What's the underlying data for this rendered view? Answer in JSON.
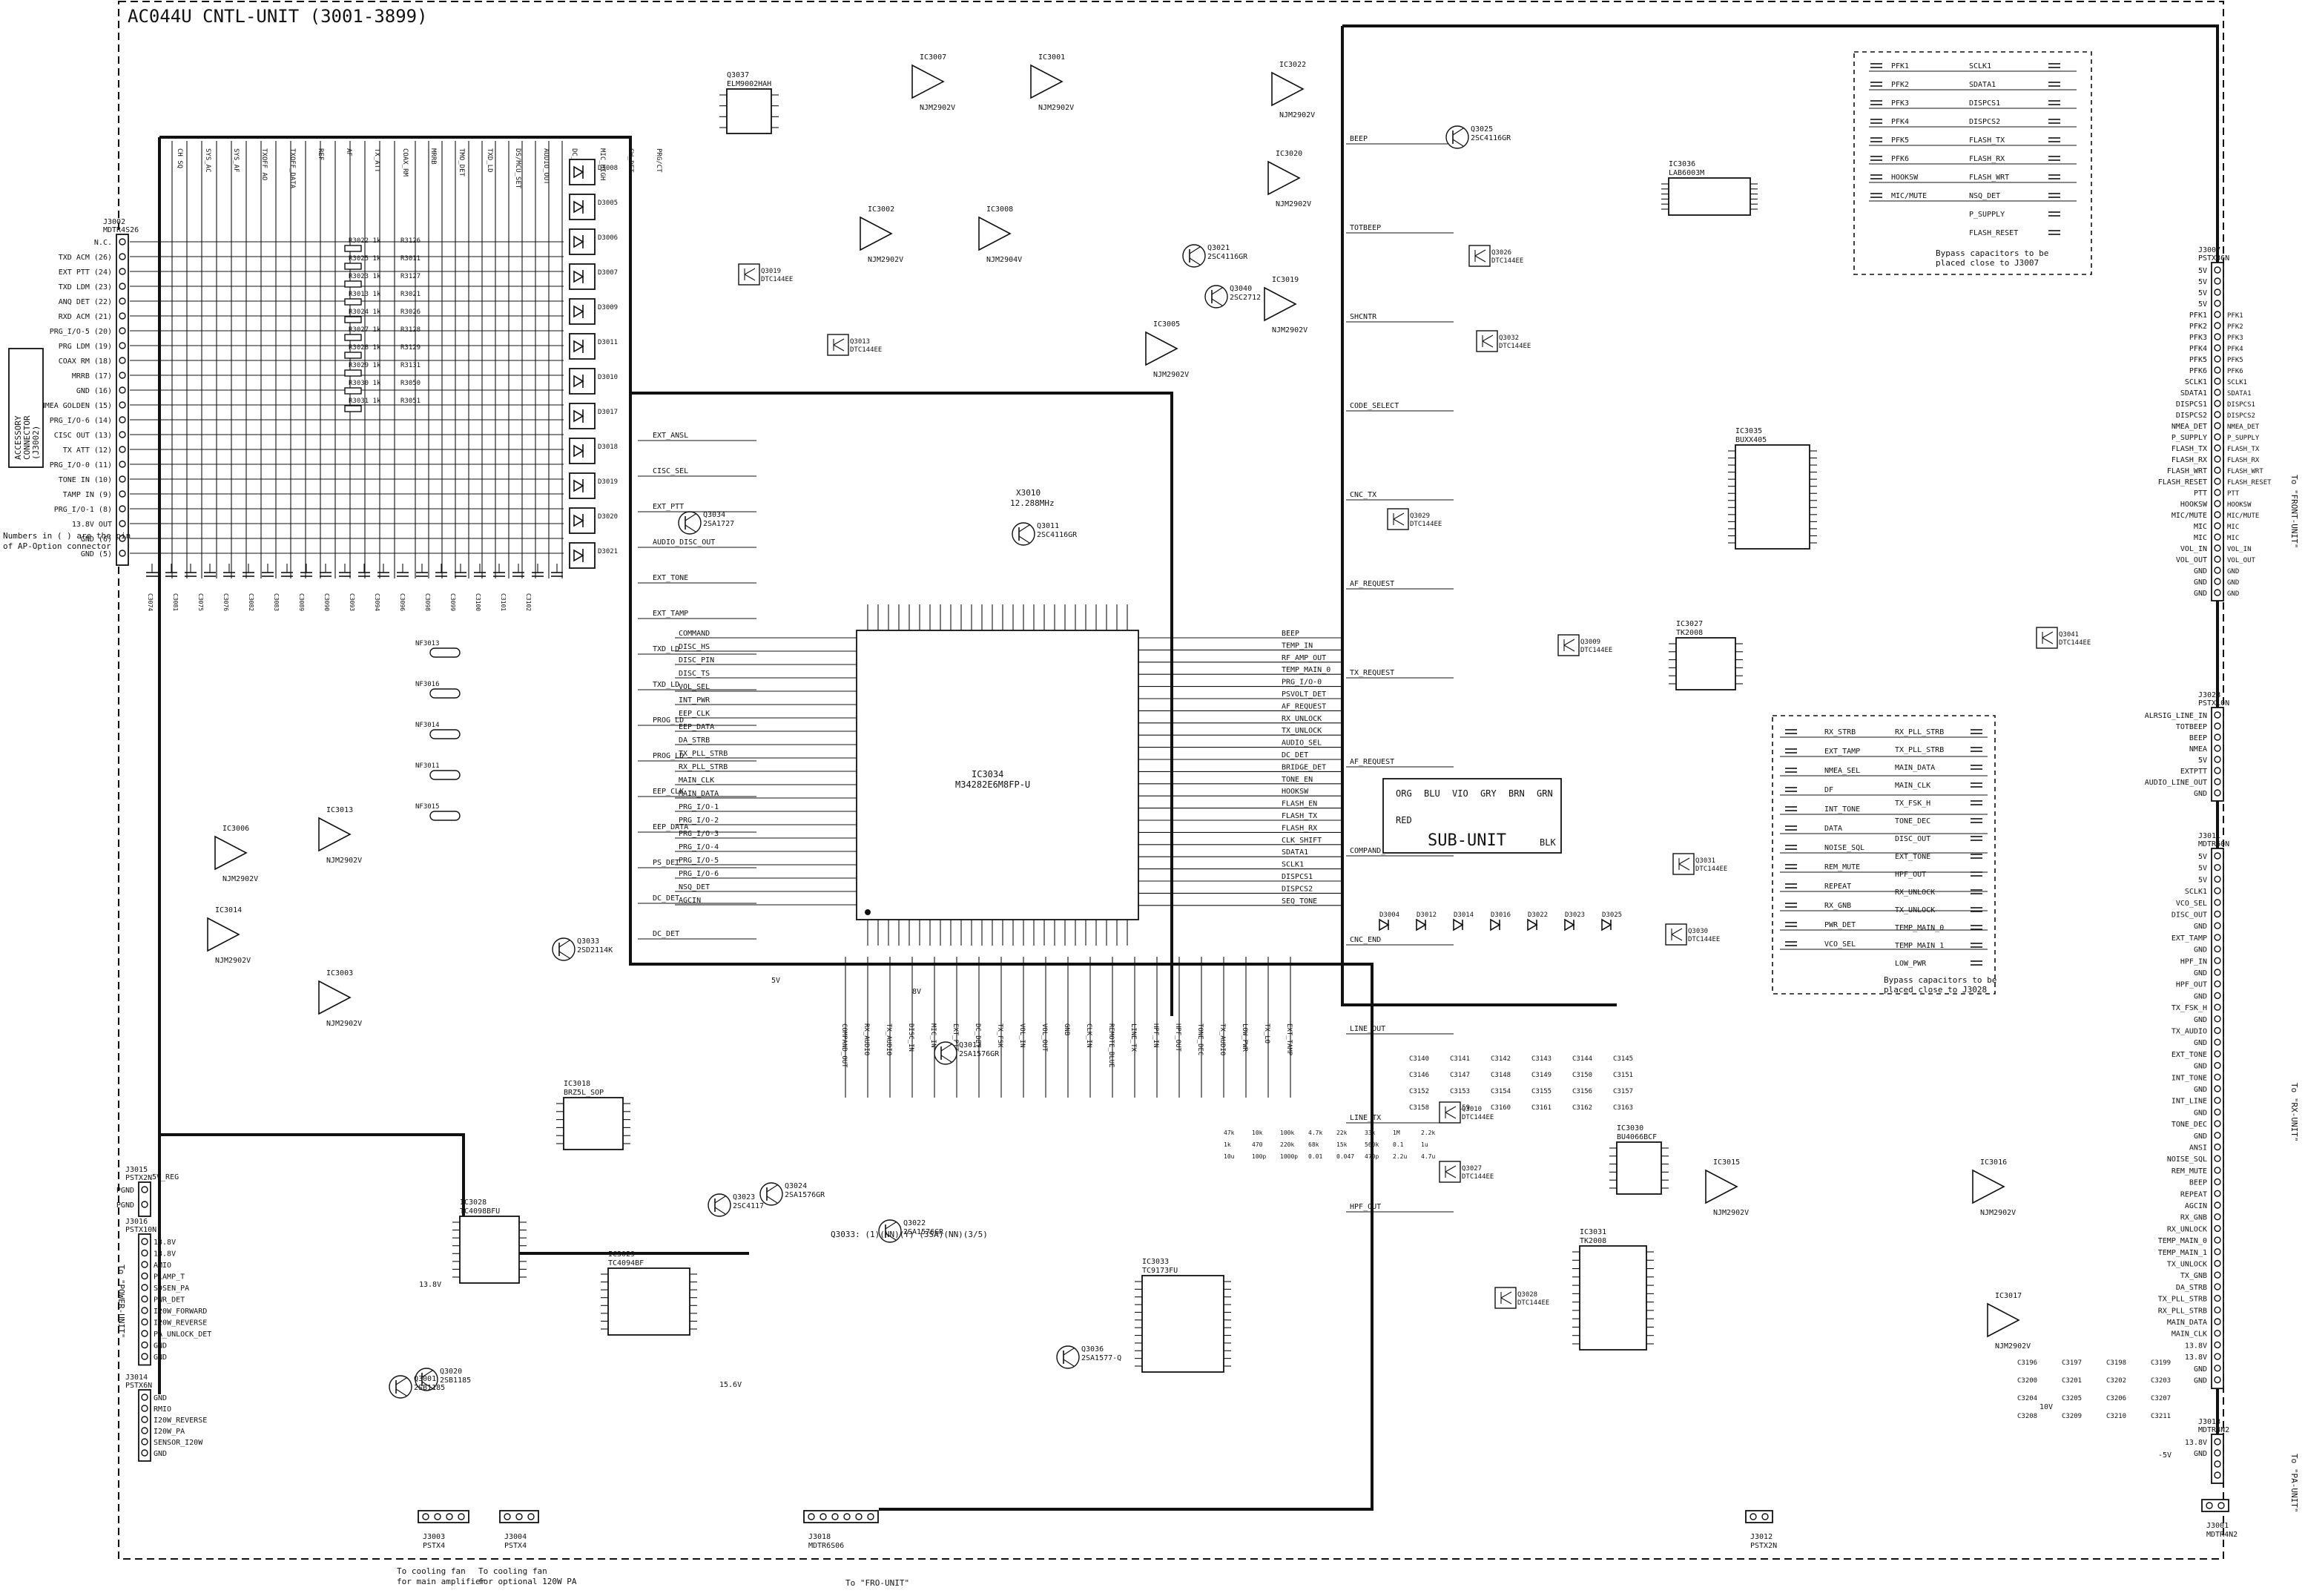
{
  "title": "AC044U CNTL-UNIT (3001-3899)",
  "side_notes": {
    "accessory": [
      "ACCESSORY",
      "CONNECTOR",
      "(J3002)"
    ],
    "bypass_j3007": [
      "Bypass capacitors to be",
      "placed close to J3007"
    ],
    "bypass_j3028": [
      "Bypass capacitors to be",
      "placed close to J3028"
    ],
    "nmea": [
      "To \"FRONT-UNIT\"",
      "FRONT-UNIT"
    ],
    "to_power": "To \"POWER-UNIT\"",
    "to_rx": "To \"RX-UNIT\"",
    "pa_unit": [
      "To \"PA-UNIT\""
    ],
    "fan1": [
      "To cooling fan",
      "for main amplifier"
    ],
    "fan2": [
      "To cooling fan",
      "for optional 120W PA"
    ],
    "to_fnt": "To \"FRO-UNIT\""
  },
  "sub_unit": {
    "label": "SUB-UNIT",
    "wires": [
      "ORG",
      "BLU",
      "VIO",
      "GRY",
      "BRN",
      "GRN"
    ],
    "red": "RED",
    "blk": "BLK"
  },
  "main_ic": {
    "ref": "IC3034",
    "part": "M34282E6M8FP-U"
  },
  "connectors": {
    "j3002": {
      "ref": "J3002",
      "part": "MDTR4S26",
      "pins": [
        "N.C.",
        "TXD ACM (26)",
        "EXT PTT (24)",
        "TXD LDM (23)",
        "ANQ DET (22)",
        "RXD ACM (21)",
        "PRG_I/O-5 (20)",
        "PRG LDM (19)",
        "COAX RM (18)",
        "MRRB (17)",
        "GND (16)",
        "NMEA GOLDEN (15)",
        "PRG_I/O-6 (14)",
        "CISC OUT (13)",
        "TX ATT (12)",
        "PRG_I/O-0 (11)",
        "TONE IN (10)",
        "TAMP IN (9)",
        "PRG_I/O-1 (8)",
        "13.8V OUT",
        "GND (6)",
        "GND (5)"
      ]
    },
    "j3007": {
      "ref": "J3007",
      "part": "PSTX36N",
      "pins": [
        "5V",
        "5V",
        "5V",
        "5V",
        "PFK1",
        "PFK2",
        "PFK3",
        "PFK4",
        "PFK5",
        "PFK6",
        "SCLK1",
        "SDATA1",
        "DISPCS1",
        "DISPCS2",
        "NMEA_DET",
        "P_SUPPLY",
        "FLASH_TX",
        "FLASH_RX",
        "FLASH_WRT",
        "FLASH_RESET",
        "PTT",
        "HOOKSW",
        "MIC/MUTE",
        "MIC",
        "MIC",
        "VOL_IN",
        "VOL_OUT",
        "GND",
        "GND",
        "GND"
      ]
    },
    "j3028": {
      "ref": "J3028",
      "part": "PSTX10N",
      "pins": [
        "ALRSIG_LINE_IN",
        "TOTBEEP",
        "BEEP",
        "NMEA",
        "5V",
        "EXTPTT",
        "AUDIO_LINE_OUT",
        "GND"
      ]
    },
    "j3011": {
      "ref": "J3011",
      "part": "MDTR60N",
      "pins": [
        "5V",
        "5V",
        "5V",
        "SCLK1",
        "VCO_SEL",
        "DISC_OUT",
        "GND",
        "EXT_TAMP",
        "GND",
        "HPF_IN",
        "GND",
        "HPF_OUT",
        "GND",
        "TX_FSK_H",
        "GND",
        "TX_AUDIO",
        "GND",
        "EXT_TONE",
        "GND",
        "INT_TONE",
        "GND",
        "INT_LINE",
        "GND",
        "TONE_DEC",
        "GND",
        "ANSI",
        "NOISE_SQL",
        "REM_MUTE",
        "BEEP",
        "REPEAT",
        "AGCIN",
        "RX_GNB",
        "RX_UNLOCK",
        "TEMP_MAIN_0",
        "TEMP_MAIN_1",
        "TX_UNLOCK",
        "TX_GNB",
        "DA_STRB",
        "TX_PLL_STRB",
        "RX_PLL_STRB",
        "MAIN_DATA",
        "MAIN_CLK",
        "13.8V",
        "13.8V",
        "GND",
        "GND"
      ]
    },
    "j3013": {
      "ref": "J3013",
      "part": "MDTR4N2",
      "pins": [
        "13.8V",
        "GND"
      ]
    },
    "j3015": {
      "ref": "J3015",
      "part": "PSTX2N",
      "pins": [
        "PGND",
        "PGND"
      ]
    },
    "j3016": {
      "ref": "J3016",
      "part": "PSTX10N",
      "pins": [
        "13.8V",
        "13.8V",
        "AMIO",
        "PLAMP_T",
        "SDSEN_PA",
        "PWR_DET",
        "I20W_FORWARD",
        "I20W_REVERSE",
        "PA_UNLOCK_DET",
        "GND",
        "GND"
      ]
    },
    "j3014": {
      "ref": "J3014",
      "part": "PSTX6N",
      "pins": [
        "GND",
        "RMIO",
        "I20W_REVERSE",
        "I20W_PA",
        "SENSOR_I20W",
        "GND"
      ]
    },
    "j3003": {
      "ref": "J3003",
      "part": "PSTX4"
    },
    "j3004": {
      "ref": "J3004",
      "part": "PSTX4"
    },
    "j3018": {
      "ref": "J3018",
      "part": "MDTR6S06"
    },
    "j3012": {
      "ref": "J3012",
      "part": "PSTX2N"
    },
    "j3001": {
      "ref": "J3001",
      "part": "MDTR4N2"
    }
  },
  "chips": [
    {
      "ref": "Q3037",
      "part": "ELM9002HAH"
    },
    {
      "ref": "IC3036",
      "part": "LAB6003M"
    },
    {
      "ref": "IC3035",
      "part": "BUXX405"
    },
    {
      "ref": "IC3018",
      "part": "BRZ5L_SOP"
    },
    {
      "ref": "IC3028",
      "part": "TC4098BFU"
    },
    {
      "ref": "IC3029",
      "part": "TC4094BF"
    },
    {
      "ref": "IC3033",
      "part": "TC9173FU"
    },
    {
      "ref": "IC3031",
      "part": "TK2008"
    },
    {
      "ref": "IC3030",
      "part": "BU4066BCF"
    },
    {
      "ref": "IC3027",
      "part": "TK2008"
    }
  ],
  "opamps": [
    {
      "ref": "IC3007",
      "part": "NJM2902V"
    },
    {
      "ref": "IC3001",
      "part": "NJM2902V"
    },
    {
      "ref": "IC3002",
      "part": "NJM2902V"
    },
    {
      "ref": "IC3008",
      "part": "NJM2904V"
    },
    {
      "ref": "IC3022",
      "part": "NJM2902V"
    },
    {
      "ref": "IC3020",
      "part": "NJM2902V"
    },
    {
      "ref": "IC3019",
      "part": "NJM2902V"
    },
    {
      "ref": "IC3005",
      "part": "NJM2902V"
    },
    {
      "ref": "IC3006",
      "part": "NJM2902V"
    },
    {
      "ref": "IC3013",
      "part": "NJM2902V"
    },
    {
      "ref": "IC3014",
      "part": "NJM2902V"
    },
    {
      "ref": "IC3003",
      "part": "NJM2902V"
    },
    {
      "ref": "IC3015",
      "part": "NJM2902V"
    },
    {
      "ref": "IC3016",
      "part": "NJM2902V"
    },
    {
      "ref": "IC3017",
      "part": "NJM2902V"
    }
  ],
  "transistors": [
    {
      "ref": "Q3025",
      "part": "2SC4116GR"
    },
    {
      "ref": "Q3021",
      "part": "2SC4116GR"
    },
    {
      "ref": "Q3040",
      "part": "2SC2712"
    },
    {
      "ref": "Q3011",
      "part": "2SC4116GR"
    },
    {
      "ref": "Q3012",
      "part": "2SA1576GR"
    },
    {
      "ref": "Q3024",
      "part": "2SA1576GR"
    },
    {
      "ref": "Q3023",
      "part": "2SC4117"
    },
    {
      "ref": "Q3022",
      "part": "2SA1576GR"
    },
    {
      "ref": "Q3036",
      "part": "2SA1577-Q"
    },
    {
      "ref": "Q3020",
      "part": "2SB1185"
    },
    {
      "ref": "Q3001",
      "part": "2SB1185"
    },
    {
      "ref": "Q3033",
      "part": "2SD2114K"
    },
    {
      "ref": "Q3034",
      "part": "2SA1727"
    }
  ],
  "dtc": [
    {
      "ref": "Q3019",
      "part": "DTC144EE"
    },
    {
      "ref": "Q3013",
      "part": "DTC144EE"
    },
    {
      "ref": "Q3026",
      "part": "DTC144EE"
    },
    {
      "ref": "Q3032",
      "part": "DTC144EE"
    },
    {
      "ref": "Q3029",
      "part": "DTC144EE"
    },
    {
      "ref": "Q3031",
      "part": "DTC144EE"
    },
    {
      "ref": "Q3030",
      "part": "DTC144EE"
    },
    {
      "ref": "Q3009",
      "part": "DTC144EE"
    },
    {
      "ref": "Q3010",
      "part": "DTC144EE"
    },
    {
      "ref": "Q3027",
      "part": "DTC144EE"
    },
    {
      "ref": "Q3028",
      "part": "DTC144EE"
    },
    {
      "ref": "Q3041",
      "part": "DTC144EE"
    }
  ],
  "signals": {
    "ic_left_in": [
      "COMMAND",
      "DISC_HS",
      "DISC_PIN",
      "DISC_TS",
      "VOL_SEL",
      "INT_PWR",
      "EEP_CLK",
      "EEP_DATA",
      "DA_STRB",
      "TX_PLL_STRB",
      "RX_PLL_STRB",
      "MAIN_CLK",
      "MAIN_DATA",
      "PRG_I/O-1",
      "PRG_I/O-2",
      "PRG_I/O-3",
      "PRG_I/O-4",
      "PRG_I/O-5",
      "PRG_I/O-6",
      "NSQ_DET",
      "AGCIN"
    ],
    "ic_right_out": [
      "BEEP",
      "TEMP_IN",
      "RF_AMP_OUT",
      "TEMP_MAIN_0",
      "PRG_I/O-0",
      "PSVOLT_DET",
      "AF_REQUEST",
      "RX_UNLOCK",
      "TX_UNLOCK",
      "AUDIO_SEL",
      "DC_DET",
      "BRIDGE_DET",
      "TONE_EN",
      "HOOKSW",
      "FLASH_EN",
      "FLASH_TX",
      "FLASH_RX",
      "CLK_SHIFT",
      "SDATA1",
      "SCLK1",
      "DISPCS1",
      "DISPCS2",
      "SEQ_TONE"
    ],
    "mid_left": [
      "EXT_ANSL",
      "CISC_SEL",
      "EXT_PTT",
      "AUDIO_DISC_OUT",
      "EXT_TONE",
      "EXT_TAMP",
      "TXD_LD",
      "TXD_LD",
      "PROG_LD",
      "PROG_LD",
      "EEP_CLK",
      "EEP_DATA",
      "PS_DET",
      "DC_DET",
      "DC_DET"
    ],
    "right_block": [
      "BEEP",
      "TOTBEEP",
      "SHCNTR",
      "CODE_SELECT",
      "CNC_TX",
      "AF_REQUEST",
      "TX_REQUEST",
      "AF_REQUEST",
      "COMPAND_END",
      "CNC_END",
      "LINE_OUT",
      "LINE_TX",
      "HPF_OUT"
    ],
    "bypass_rows_top": [
      "PFK1",
      "PFK2",
      "PFK3",
      "PFK4",
      "PFK5",
      "PFK6",
      "HOOKSW",
      "MIC/MUTE"
    ],
    "bypass_rows_top_r": [
      "SCLK1",
      "SDATA1",
      "DISPCS1",
      "DISPCS2",
      "FLASH_TX",
      "FLASH_RX",
      "FLASH_WRT",
      "NSQ_DET",
      "P_SUPPLY",
      "FLASH_RESET"
    ],
    "bypass_rows_mid": [
      "RX_STRB",
      "EXT_TAMP",
      "NMEA_SEL",
      "DF",
      "INT_TONE",
      "DATA",
      "NOISE_SQL",
      "REM_MUTE",
      "REPEAT",
      "RX_GNB",
      "PWR_DET",
      "VCO_SEL"
    ],
    "bypass_rows_mid_r": [
      "RX_PLL_STRB",
      "TX_PLL_STRB",
      "MAIN_DATA",
      "MAIN_CLK",
      "TX_FSK_H",
      "TONE_DEC",
      "DISC_OUT",
      "EXT_TONE",
      "HPF_OUT",
      "RX_UNLOCK",
      "TX_UNLOCK",
      "TEMP_MAIN_0",
      "TEMP_MAIN_1",
      "LOW_PWR"
    ],
    "bottom_labels": [
      "COMPAND_OUT",
      "RX_AUDIO",
      "TX_AUDIO",
      "DISC_IN",
      "MIC_IN",
      "EXT_PTT",
      "DC_DET",
      "TX_FSK",
      "VOL_IN",
      "VOL_OUT",
      "GNB",
      "CLK_IN",
      "REMOTE_BLUE",
      "LINE_TX",
      "HPF_IN",
      "HPF_OUT",
      "TONE_DEC",
      "TX_AUDIO",
      "LOW_PWR",
      "TX_LO",
      "EXT_TAMP"
    ],
    "rails": [
      "5V",
      "8V",
      "13.8V",
      "5V_REG",
      "15.6V",
      "10V",
      "-5V"
    ],
    "misc": [
      "CH SQ",
      "SYS_AC",
      "SYS_AF",
      "TXOFF_AO",
      "TXOFF_DATA",
      "REF",
      "AF",
      "TX_ATT",
      "COAX_RM",
      "MRRB",
      "TMO_DET",
      "TXD_LD",
      "DS/MCU_SET",
      "AUDIO_OUT",
      "DC_IN",
      "MIC_HIGH",
      "SW_DET",
      "PRG/CT"
    ]
  },
  "refs": {
    "pull_r_left": [
      "R3022 1k",
      "R3025 1k",
      "R3023 1k",
      "R3013 1k",
      "R3024 1k",
      "R3027 1k",
      "R3028 1k",
      "R3029 1k",
      "R3030 1k",
      "R3031 1k"
    ],
    "pull_r_left_lbl": [
      "R3126",
      "R3011",
      "R3127",
      "R3021",
      "R3026",
      "R3128",
      "R3129",
      "R3131",
      "R3050",
      "R3051"
    ],
    "diodes": [
      "D3008",
      "D3005",
      "D3006",
      "D3007",
      "D3009",
      "D3011",
      "D3010",
      "D3017",
      "D3018",
      "D3019",
      "D3020",
      "D3021",
      "D3004",
      "D3012",
      "D3014",
      "D3016",
      "D3022",
      "D3023",
      "D3025"
    ],
    "ferrites": [
      "NF3013",
      "NF3016",
      "NF3014",
      "NF3011",
      "NF3015"
    ],
    "crystal": "X3010",
    "xtal_freq": "12.288MHz",
    "cap_refs_top": [
      "C3074",
      "C3081",
      "C3075",
      "C3076",
      "C3082",
      "C3083",
      "C3089",
      "C3090",
      "C3093",
      "C3094",
      "C3096",
      "C3098",
      "C3099",
      "C3100",
      "C3101",
      "C3102"
    ],
    "cap_refs_right": [
      "C3196",
      "C3197",
      "C3198",
      "C3199",
      "C3200",
      "C3201",
      "C3202",
      "C3203",
      "C3204",
      "C3205",
      "C3206",
      "C3207",
      "C3208",
      "C3209",
      "C3210",
      "C3211"
    ],
    "cap_refs_mid": [
      "C3140",
      "C3141",
      "C3142",
      "C3143",
      "C3144",
      "C3145",
      "C3146",
      "C3147",
      "C3148",
      "C3149",
      "C3150",
      "C3151",
      "C3152",
      "C3153",
      "C3154",
      "C3155",
      "C3156",
      "C3157",
      "C3158",
      "C3159",
      "C3160",
      "C3161",
      "C3162",
      "C3163"
    ],
    "res_vals": [
      "47k",
      "10k",
      "100k",
      "4.7k",
      "22k",
      "33k",
      "1M",
      "2.2k",
      "1k",
      "470",
      "220k",
      "68k",
      "15k",
      "560k",
      "0.1",
      "1u",
      "10u",
      "100p",
      "1000p",
      "0.01",
      "0.047",
      "470p",
      "2.2u",
      "4.7u"
    ]
  },
  "notes": {
    "j3002_note": [
      "Numbers in ( ) are the pin",
      "of AP-Option connector"
    ],
    "q3033_note": "Q3033: (1)(NN)(Y) (3SA)(NN)(3/5)"
  }
}
